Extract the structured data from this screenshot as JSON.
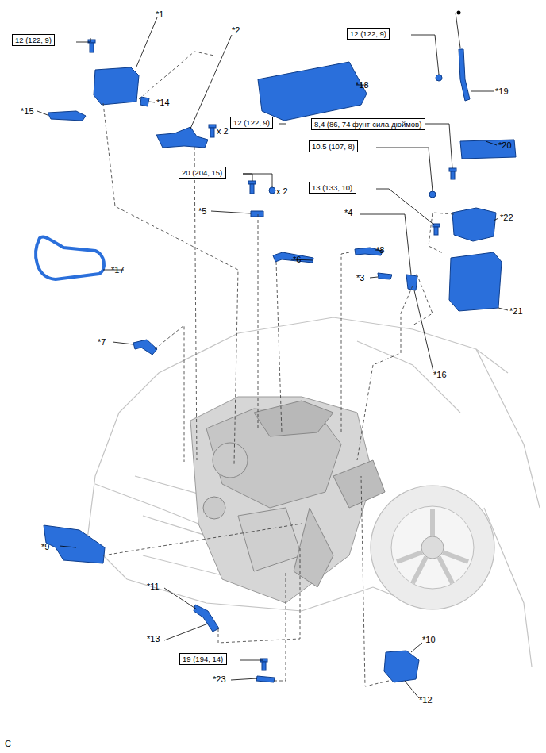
{
  "diagram": {
    "nodes": [
      {
        "text": [
          "12 (122, 9)"
        ]
      },
      {
        "text": [
          "12 (122, 9)"
        ]
      },
      {
        "text": [
          "12 (122, 9)"
        ]
      },
      {
        "text": [
          "8,4 (86, 74 фунт-сила-дюймов)"
        ]
      },
      {
        "text": [
          "10.5 (107, 8)"
        ]
      },
      {
        "text": [
          "20 (204, 15)"
        ]
      },
      {
        "text": [
          "13 (133, 10)"
        ]
      },
      {
        "text": [
          "19 (194, 14)"
        ]
      }
    ],
    "labels": [
      "*1",
      "*2",
      "*19",
      "*18",
      "*15",
      "*14",
      "x 2",
      "*20",
      "x 2",
      "*5",
      "*22",
      "*6",
      "*8",
      "*4",
      "*3",
      "*17",
      "*21",
      "*7",
      "*16",
      "*9",
      "*11",
      "*13",
      "*10",
      "*23",
      "*12",
      "C"
    ]
  }
}
